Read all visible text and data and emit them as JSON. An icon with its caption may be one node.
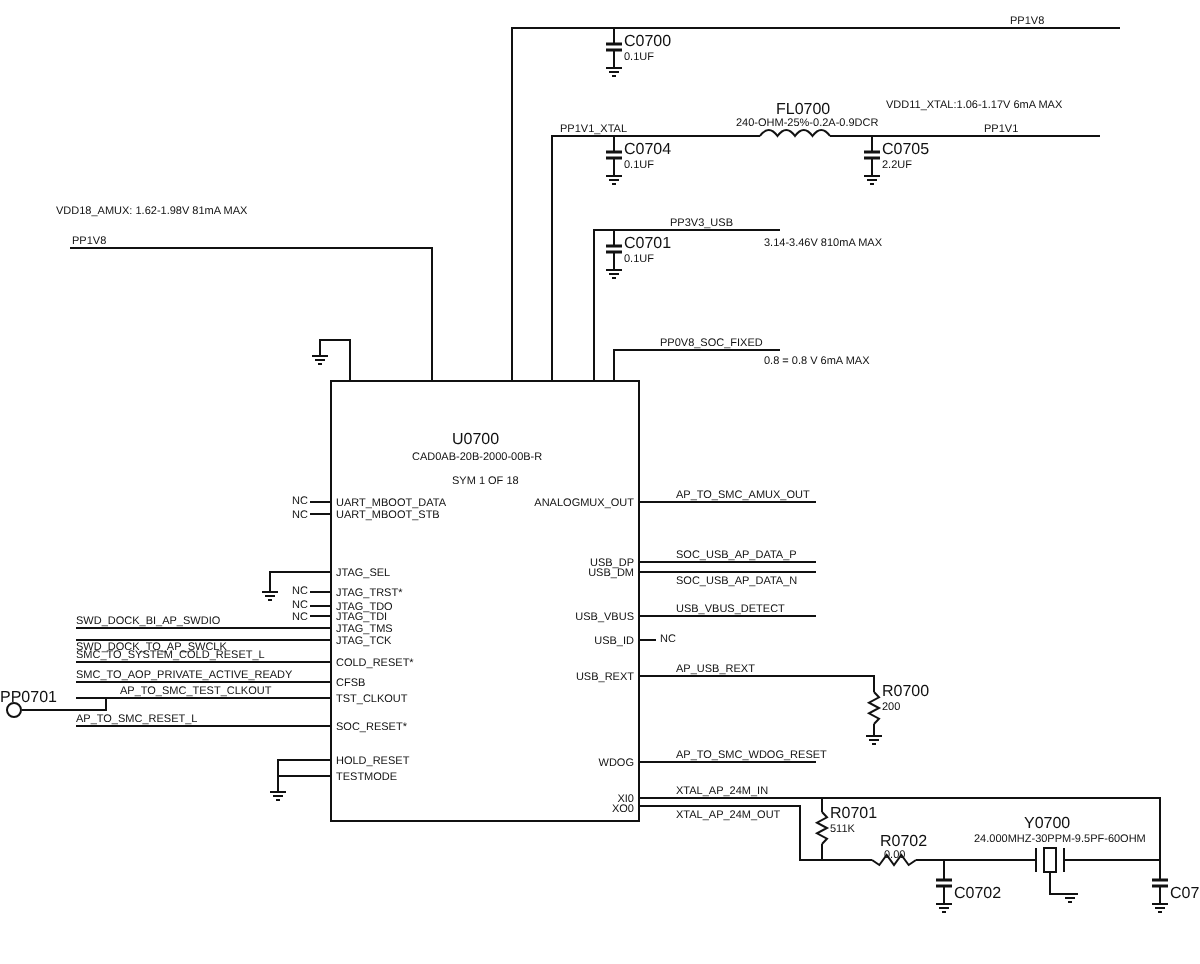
{
  "diagram": {
    "nodes": [
      {
        "text": [
          "U0700",
          "CAD0AB-20B-2000-00B-R",
          "SYM 1 OF 18",
          "UART_MBOOT_DATA",
          "UART_MBOOT_STB",
          "JTAG_SEL",
          "JTAG_TRST*",
          "JTAG_TDO",
          "JTAG_TDI",
          "JTAG_TMS",
          "JTAG_TCK",
          "COLD_RESET*",
          "CFSB",
          "TST_CLKOUT",
          "SOC_RESET*",
          "HOLD_RESET",
          "TESTMODE",
          "ANALOGMUX_OUT",
          "USB_DP",
          "USB_DM",
          "USB_VBUS",
          "USB_ID",
          "USB_REXT",
          "WDOG",
          "XI0",
          "XO0"
        ]
      }
    ],
    "labels": [
      "VDD18_AMUX: 1.62-1.98V 81mA MAX",
      "PP1V8",
      "PP1V8",
      "C0700",
      "0.1UF",
      "FL0700",
      "240-OHM-25%-0.2A-0.9DCR",
      "VDD11_XTAL:1.06-1.17V 6mA MAX",
      "PP1V1_XTAL",
      "PP1V1",
      "C0704",
      "0.1UF",
      "C0705",
      "2.2UF",
      "PP3V3_USB",
      "C0701",
      "0.1UF",
      "3.14-3.46V 810mA MAX",
      "PP0V8_SOC_FIXED",
      "0.8 = 0.8 V 6mA MAX",
      "NC",
      "NC",
      "NC",
      "NC",
      "NC",
      "SWD_DOCK_BI_AP_SWDIO",
      "SWD_DOCK_TO_AP_SWCLK",
      "SMC_TO_SYSTEM_COLD_RESET_L",
      "SMC_TO_AOP_PRIVATE_ACTIVE_READY",
      "PP0701",
      "AP_TO_SMC_TEST_CLKOUT",
      "AP_TO_SMC_RESET_L",
      "AP_TO_SMC_AMUX_OUT",
      "SOC_USB_AP_DATA_P",
      "SOC_USB_AP_DATA_N",
      "USB_VBUS_DETECT",
      "NC",
      "AP_USB_REXT",
      "R0700",
      "200",
      "AP_TO_SMC_WDOG_RESET",
      "XTAL_AP_24M_IN",
      "XTAL_AP_24M_OUT",
      "R0701",
      "511K",
      "R0702",
      "0.00",
      "Y0700",
      "24.000MHZ-30PPM-9.5PF-60OHM",
      "C0702",
      "C07"
    ]
  }
}
